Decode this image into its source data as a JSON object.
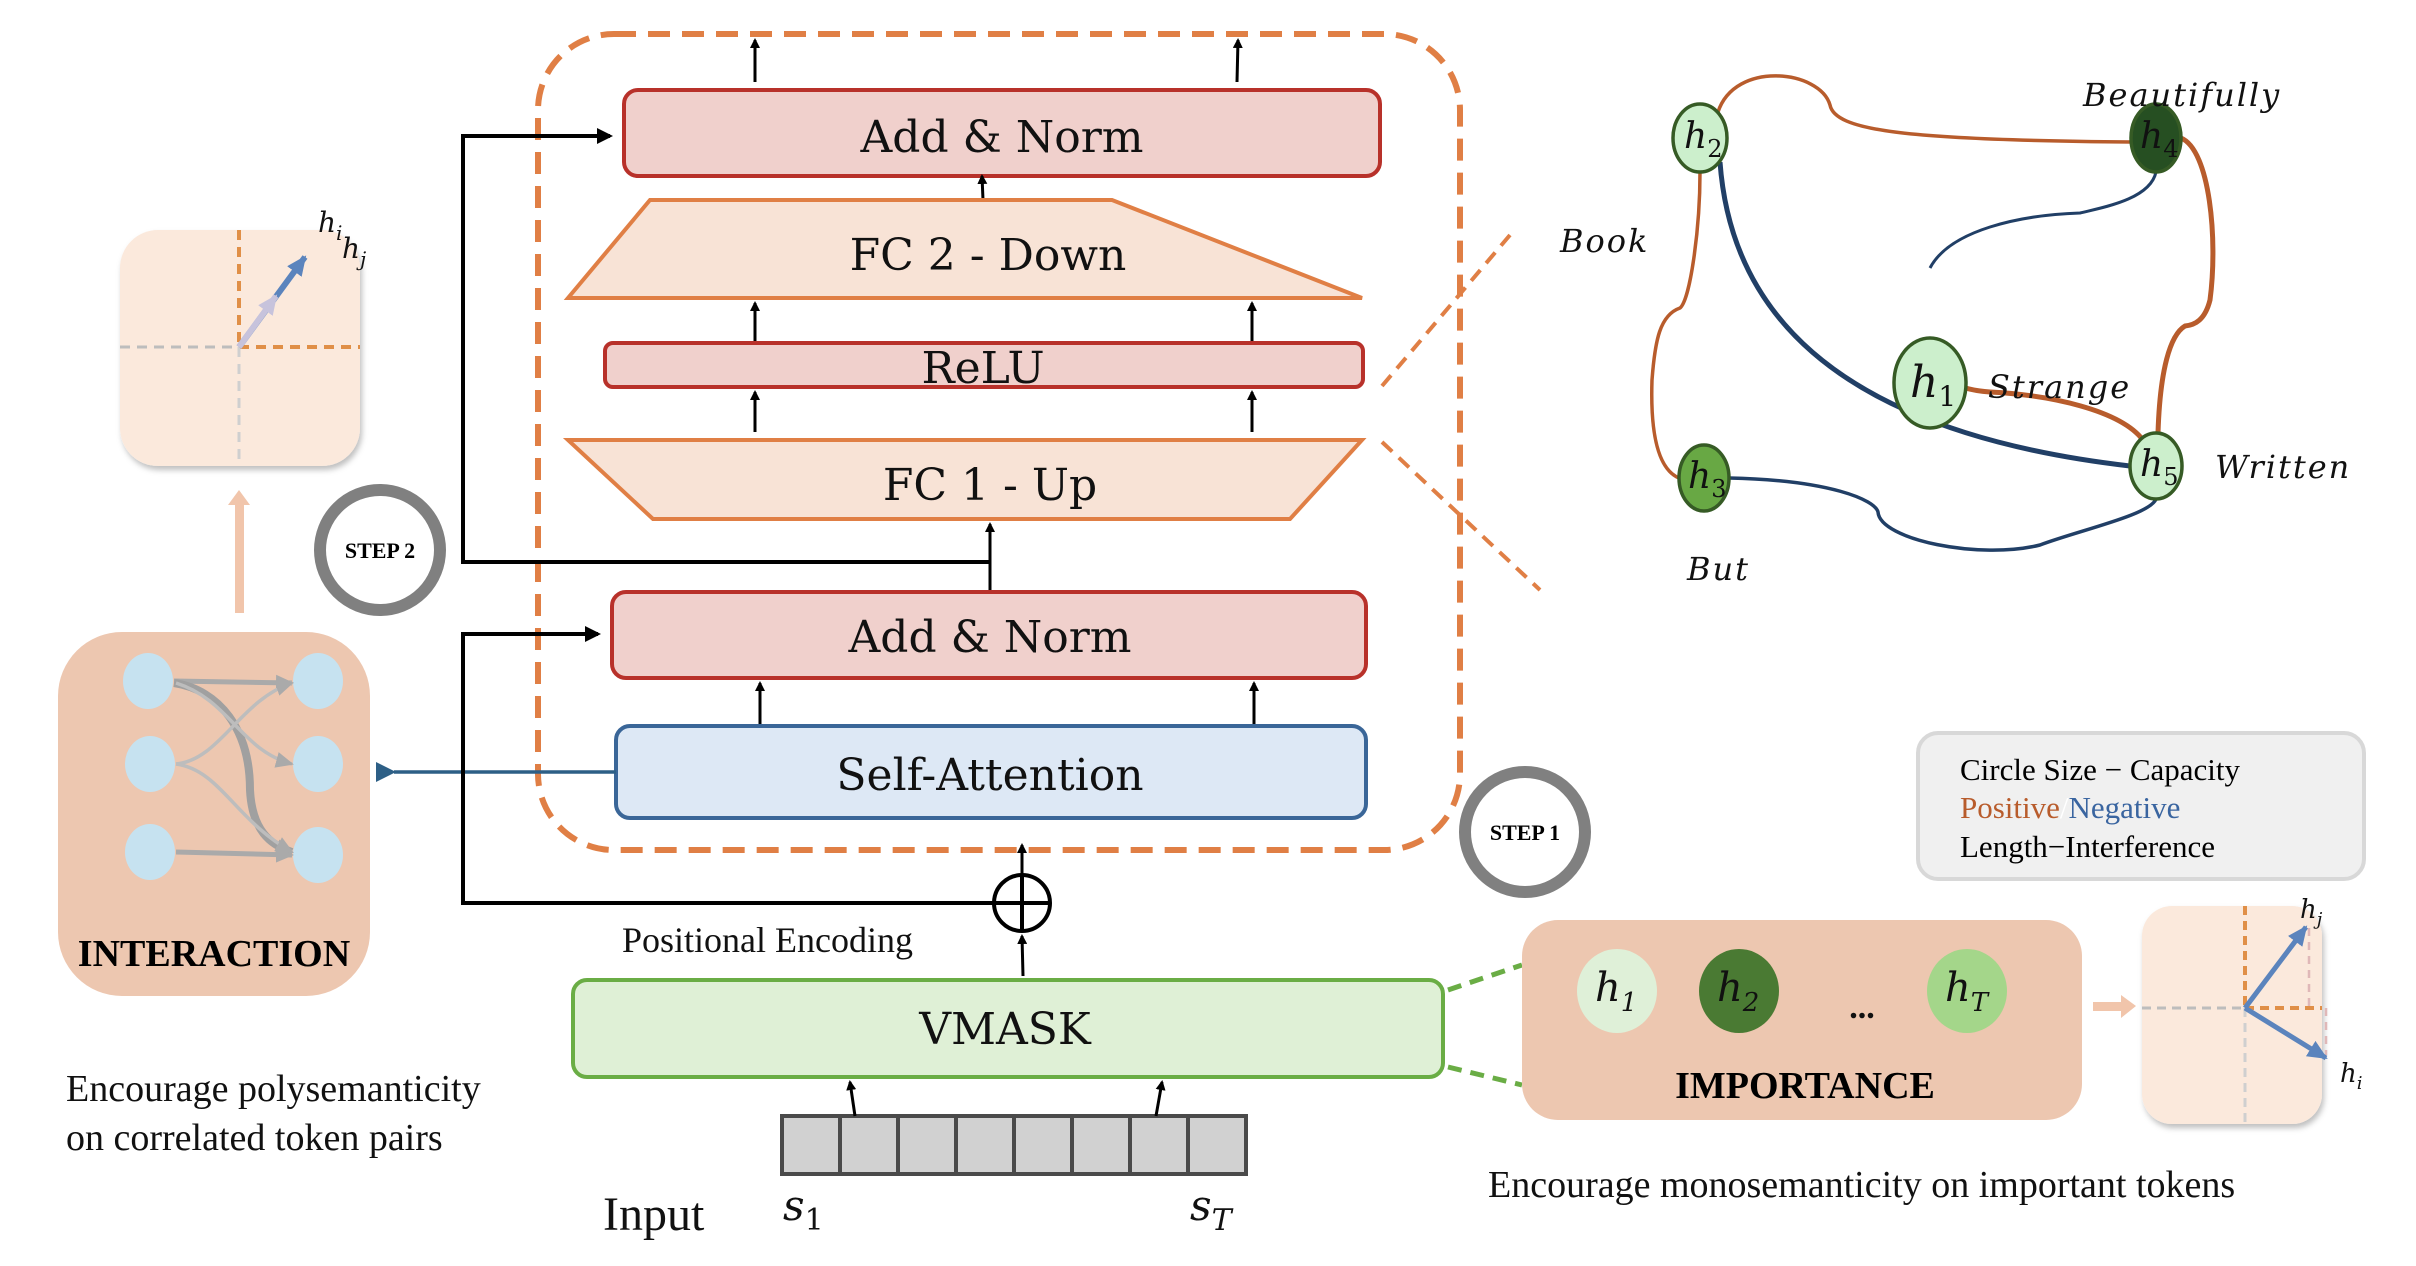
{
  "transformer_block": {
    "add_norm_top": "Add & Norm",
    "fc2": "FC 2 - Down",
    "relu": "ReLU",
    "fc1": "FC 1 - Up",
    "add_norm_bottom": "Add & Norm",
    "self_attention": "Self-Attention",
    "positional_encoding": "Positional Encoding",
    "vmask": "VMASK"
  },
  "input": {
    "label": "Input",
    "first_token": "s",
    "first_token_sub": "1",
    "last_token": "s",
    "last_token_sub": "T",
    "cell_count": 8
  },
  "steps": {
    "step1": "STEP 1",
    "step2": "STEP 2"
  },
  "interaction": {
    "title": "INTERACTION",
    "caption_line1": "Encourage polysemanticity",
    "caption_line2": "on correlated token pairs",
    "vector_labels": {
      "a": "h",
      "a_sub": "i",
      "b": "h",
      "b_sub": "j"
    }
  },
  "importance": {
    "title": "IMPORTANCE",
    "tokens": [
      {
        "base": "h",
        "sub": "1",
        "fill": "#dff0d8"
      },
      {
        "base": "h",
        "sub": "2",
        "fill": "#4a7a33"
      },
      {
        "base": "h",
        "sub": "T",
        "fill": "#a4d68a"
      }
    ],
    "ellipsis": "...",
    "caption": "Encourage monosemanticity on important tokens",
    "vector_labels": {
      "a": "h",
      "a_sub": "j",
      "b": "h",
      "b_sub": "i"
    }
  },
  "graph": {
    "nodes": [
      {
        "id": "h1",
        "base": "h",
        "sub": "1",
        "word": "Strange",
        "capacity": "large",
        "fill": "#ccefcc"
      },
      {
        "id": "h2",
        "base": "h",
        "sub": "2",
        "word": "Book",
        "capacity": "small",
        "fill": "#ccefcc"
      },
      {
        "id": "h3",
        "base": "h",
        "sub": "3",
        "word": "But",
        "capacity": "small",
        "fill": "#68a844"
      },
      {
        "id": "h4",
        "base": "h",
        "sub": "4",
        "word": "Beautifully",
        "capacity": "small",
        "fill": "#264f22"
      },
      {
        "id": "h5",
        "base": "h",
        "sub": "5",
        "word": "Written",
        "capacity": "small",
        "fill": "#ccefcc"
      }
    ],
    "edges": [
      {
        "from": "h2",
        "to": "h4",
        "sign": "positive"
      },
      {
        "from": "h2",
        "to": "h3",
        "sign": "positive"
      },
      {
        "from": "h2",
        "to": "h5",
        "sign": "negative"
      },
      {
        "from": "h4",
        "to": "h1",
        "sign": "negative"
      },
      {
        "from": "h4",
        "to": "h5",
        "sign": "positive"
      },
      {
        "from": "h1",
        "to": "h5",
        "sign": "positive"
      },
      {
        "from": "h3",
        "to": "h5",
        "sign": "negative"
      }
    ]
  },
  "legend": {
    "line1": "Circle Size − Capacity",
    "positive": "Positive",
    "separator": "/",
    "negative": "Negative",
    "line3": "Length−Interference"
  },
  "colors": {
    "positive": "#b85c2c",
    "negative": "#213f66",
    "legend_positive": "#b85c2c",
    "legend_negative": "#3a65a0",
    "dashed_border": "#e07f45",
    "add_norm_fill": "#f0d0cc",
    "add_norm_stroke": "#b8312a",
    "fc_fill": "#f8e3d6",
    "fc_stroke": "#e07f45",
    "attention_fill": "#dde8f5",
    "attention_stroke": "#3a6698",
    "vmask_fill": "#dff0d6",
    "vmask_stroke": "#6aad45",
    "panel_fill": "#edc7b0",
    "vector_panel_fill": "#fbe9dc",
    "step_ring": "#808080",
    "attn_link": "#2d5f86"
  }
}
